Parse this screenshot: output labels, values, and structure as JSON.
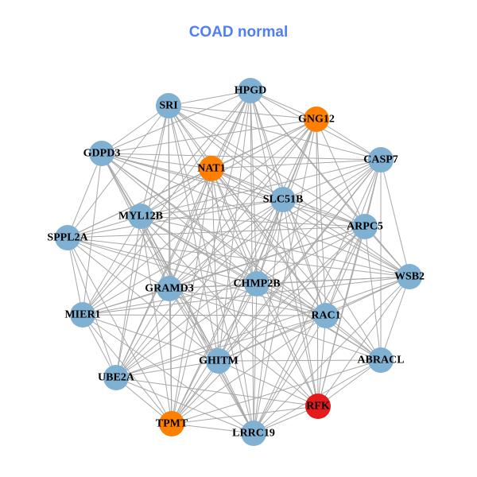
{
  "title": "COAD normal",
  "colors": {
    "title": "#4f7ff2",
    "default": "#80b1d3",
    "orange": "#ff7f00",
    "red": "#e41a1c",
    "edge": "#a8a8a8"
  },
  "nodes": [
    {
      "name": "HPGD",
      "color": "default"
    },
    {
      "name": "SRI",
      "color": "default"
    },
    {
      "name": "GNG12",
      "color": "orange"
    },
    {
      "name": "GDPD3",
      "color": "default"
    },
    {
      "name": "NAT1",
      "color": "orange"
    },
    {
      "name": "CASP7",
      "color": "default"
    },
    {
      "name": "SLC51B",
      "color": "default"
    },
    {
      "name": "MYL12B",
      "color": "default"
    },
    {
      "name": "ARPC5",
      "color": "default"
    },
    {
      "name": "SPPL2A",
      "color": "default"
    },
    {
      "name": "WSB2",
      "color": "default"
    },
    {
      "name": "GRAMD3",
      "color": "default"
    },
    {
      "name": "CHMP2B",
      "color": "default"
    },
    {
      "name": "MIER1",
      "color": "default"
    },
    {
      "name": "RAC1",
      "color": "default"
    },
    {
      "name": "ABRACL",
      "color": "default"
    },
    {
      "name": "GHITM",
      "color": "default"
    },
    {
      "name": "UBE2A",
      "color": "default"
    },
    {
      "name": "RFK",
      "color": "red"
    },
    {
      "name": "TPMT",
      "color": "orange"
    },
    {
      "name": "LRRC19",
      "color": "default"
    }
  ],
  "edges": {
    "HPGD": [
      "SRI",
      "GNG12",
      "GDPD3",
      "NAT1",
      "CASP7",
      "SLC51B",
      "MYL12B",
      "ARPC5",
      "GRAMD3",
      "CHMP2B",
      "RAC1",
      "GHITM",
      "UBE2A",
      "RFK",
      "TPMT",
      "LRRC19",
      "WSB2",
      "MIER1"
    ],
    "SRI": [
      "GNG12",
      "GDPD3",
      "NAT1",
      "CASP7",
      "SLC51B",
      "MYL12B",
      "ARPC5",
      "SPPL2A",
      "GRAMD3",
      "CHMP2B",
      "RAC1",
      "GHITM",
      "UBE2A",
      "TPMT",
      "LRRC19",
      "WSB2"
    ],
    "GNG12": [
      "GDPD3",
      "NAT1",
      "CASP7",
      "SLC51B",
      "MYL12B",
      "ARPC5",
      "GRAMD3",
      "CHMP2B",
      "RAC1",
      "GHITM",
      "UBE2A",
      "RFK",
      "TPMT",
      "LRRC19",
      "SPPL2A",
      "MIER1"
    ],
    "GDPD3": [
      "NAT1",
      "CASP7",
      "SLC51B",
      "MYL12B",
      "ARPC5",
      "SPPL2A",
      "GRAMD3",
      "CHMP2B",
      "MIER1",
      "RAC1",
      "GHITM",
      "WSB2",
      "LRRC19",
      "ABRACL"
    ],
    "NAT1": [
      "CASP7",
      "SLC51B",
      "MYL12B",
      "ARPC5",
      "SPPL2A",
      "GRAMD3",
      "CHMP2B",
      "MIER1",
      "RAC1",
      "GHITM",
      "UBE2A",
      "RFK",
      "TPMT",
      "LRRC19",
      "WSB2",
      "ABRACL"
    ],
    "CASP7": [
      "SLC51B",
      "MYL12B",
      "ARPC5",
      "WSB2",
      "GRAMD3",
      "CHMP2B",
      "RAC1",
      "ABRACL",
      "GHITM",
      "RFK",
      "TPMT",
      "LRRC19",
      "UBE2A"
    ],
    "SLC51B": [
      "MYL12B",
      "ARPC5",
      "SPPL2A",
      "WSB2",
      "GRAMD3",
      "CHMP2B",
      "MIER1",
      "RAC1",
      "ABRACL",
      "GHITM",
      "UBE2A",
      "RFK",
      "TPMT",
      "LRRC19"
    ],
    "MYL12B": [
      "ARPC5",
      "SPPL2A",
      "WSB2",
      "GRAMD3",
      "CHMP2B",
      "MIER1",
      "RAC1",
      "ABRACL",
      "GHITM",
      "UBE2A",
      "RFK",
      "TPMT",
      "LRRC19"
    ],
    "ARPC5": [
      "SPPL2A",
      "WSB2",
      "GRAMD3",
      "CHMP2B",
      "MIER1",
      "RAC1",
      "ABRACL",
      "GHITM",
      "RFK",
      "TPMT",
      "LRRC19"
    ],
    "SPPL2A": [
      "WSB2",
      "GRAMD3",
      "CHMP2B",
      "MIER1",
      "RAC1",
      "GHITM",
      "UBE2A",
      "TPMT"
    ],
    "WSB2": [
      "GRAMD3",
      "CHMP2B",
      "MIER1",
      "RAC1",
      "ABRACL",
      "GHITM",
      "RFK",
      "LRRC19",
      "UBE2A"
    ],
    "GRAMD3": [
      "CHMP2B",
      "MIER1",
      "RAC1",
      "ABRACL",
      "GHITM",
      "UBE2A",
      "RFK",
      "TPMT",
      "LRRC19"
    ],
    "CHMP2B": [
      "MIER1",
      "RAC1",
      "ABRACL",
      "GHITM",
      "UBE2A",
      "RFK",
      "TPMT",
      "LRRC19"
    ],
    "MIER1": [
      "RAC1",
      "GHITM",
      "UBE2A",
      "TPMT",
      "LRRC19"
    ],
    "RAC1": [
      "ABRACL",
      "GHITM",
      "UBE2A",
      "RFK",
      "TPMT",
      "LRRC19"
    ],
    "ABRACL": [
      "GHITM",
      "RFK",
      "TPMT",
      "LRRC19"
    ],
    "GHITM": [
      "UBE2A",
      "RFK",
      "TPMT",
      "LRRC19"
    ],
    "UBE2A": [
      "TPMT",
      "LRRC19",
      "RFK"
    ],
    "RFK": [
      "TPMT",
      "LRRC19"
    ],
    "TPMT": [
      "LRRC19"
    ]
  }
}
